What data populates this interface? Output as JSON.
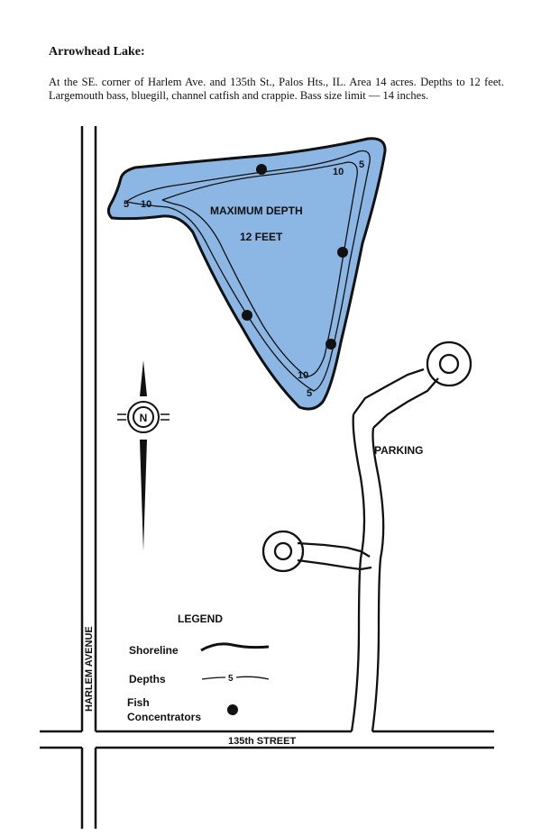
{
  "title": "Arrowhead Lake:",
  "description": "At the SE. corner of Harlem Ave. and 135th St., Palos Hts., IL. Area 14 acres. Depths to 12 feet. Largemouth bass, bluegill, channel catfish and crappie. Bass size limit — 14 inches.",
  "lake": {
    "label_line1": "MAXIMUM DEPTH",
    "label_line2": "12 FEET",
    "depth_labels": [
      "5",
      "10",
      "10",
      "5",
      "10",
      "5"
    ],
    "water_color": "#8cb6e3"
  },
  "compass": {
    "letter": "N"
  },
  "roads": {
    "harlem": "HARLEM AVENUE",
    "street": "135th STREET"
  },
  "parking": "PARKING",
  "legend": {
    "title": "LEGEND",
    "shoreline": "Shoreline",
    "depths": "Depths",
    "depths_sample": "5",
    "fish_line1": "Fish",
    "fish_line2": "Concentrators"
  }
}
